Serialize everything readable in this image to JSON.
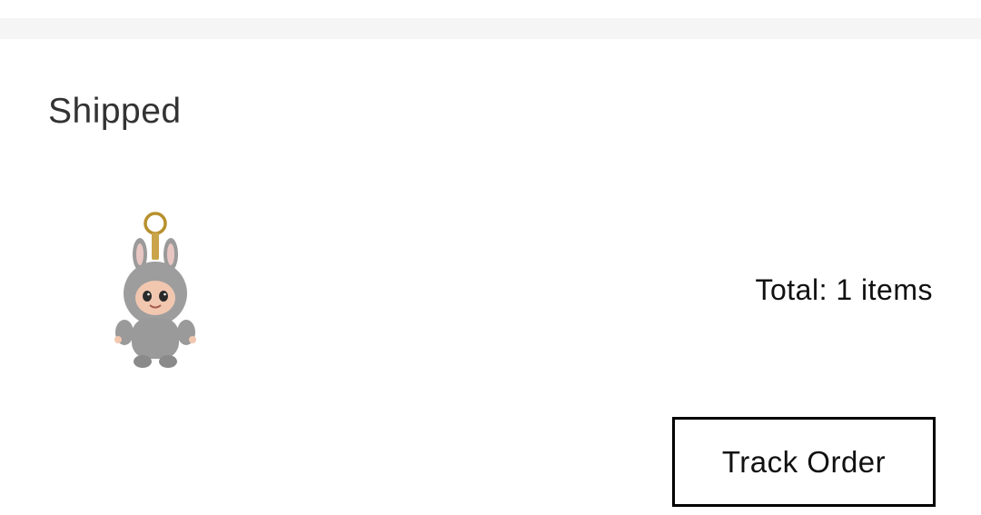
{
  "order": {
    "status": "Shipped",
    "product_image_icon": "fluffy-bunny-keychain-icon",
    "total_text": "Total: 1 items",
    "track_button_label": "Track Order"
  },
  "colors": {
    "divider": "#f5f5f5",
    "border": "#000000",
    "text": "#111111",
    "plush_gray": "#9a9a9a",
    "keyring_gold": "#b8902d"
  }
}
